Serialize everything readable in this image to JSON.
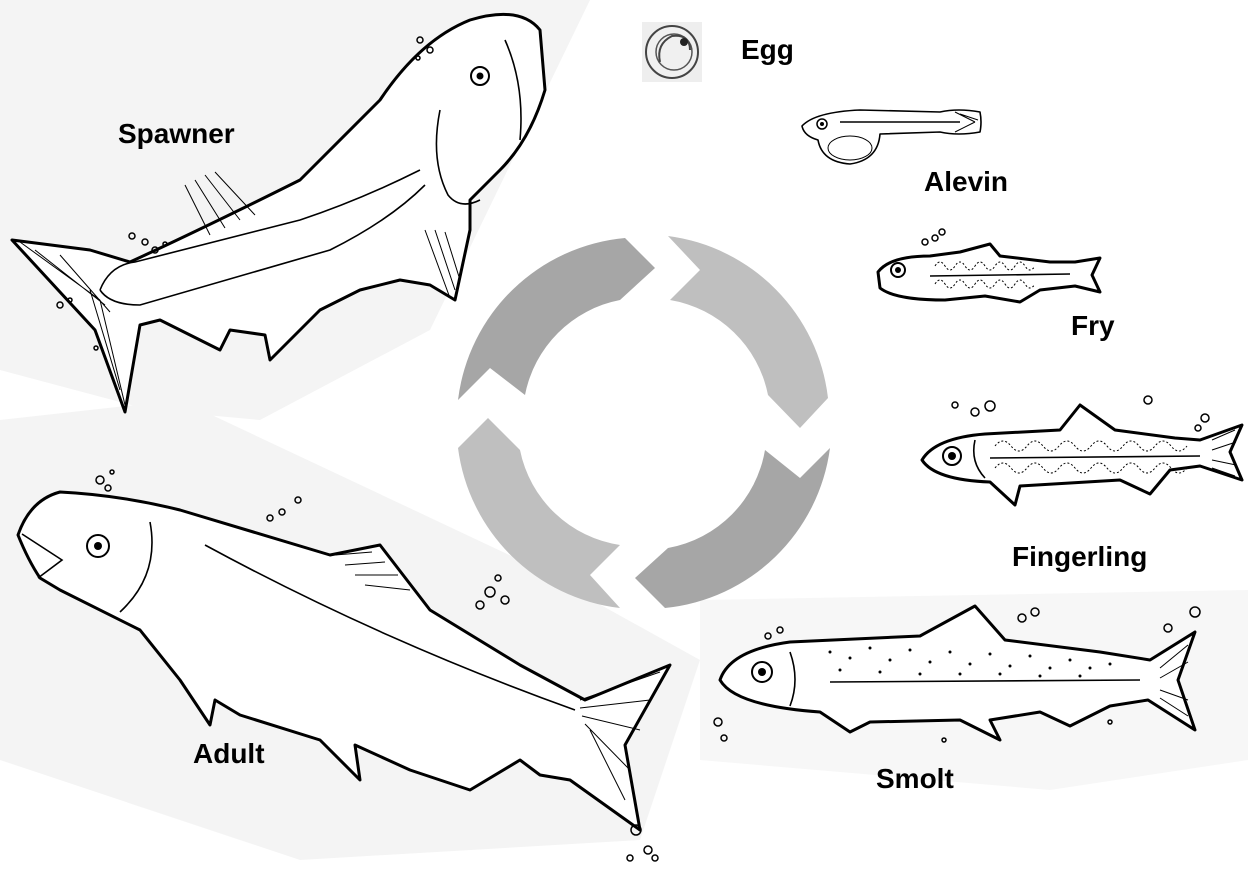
{
  "stages": {
    "egg": "Egg",
    "alevin": "Alevin",
    "fry": "Fry",
    "fingerling": "Fingerling",
    "smolt": "Smolt",
    "adult": "Adult",
    "spawner": "Spawner"
  },
  "colors": {
    "arrow_dark": "#a6a6a6",
    "arrow_light": "#bfbfbf",
    "label": "#000000",
    "background": "#ffffff"
  }
}
